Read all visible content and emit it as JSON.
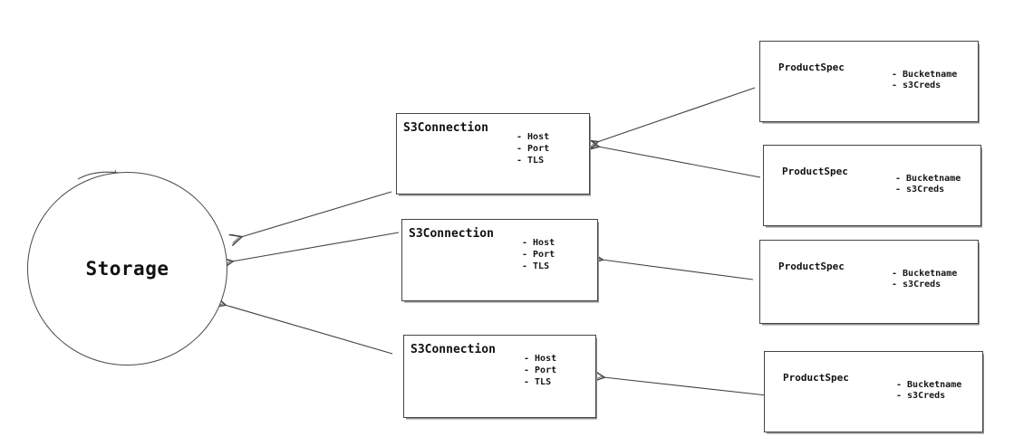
{
  "diagram": {
    "background": "#ffffff",
    "stroke_color": "#454545",
    "text_color": "#111111",
    "storage_node": {
      "label": "Storage"
    },
    "s3_connection_nodes": [
      {
        "title": "S3Connection",
        "attributes": [
          "- Host",
          "- Port",
          "- TLS"
        ]
      },
      {
        "title": "S3Connection",
        "attributes": [
          "- Host",
          "- Port",
          "- TLS"
        ]
      },
      {
        "title": "S3Connection",
        "attributes": [
          "- Host",
          "- Port",
          "- TLS"
        ]
      }
    ],
    "product_spec_nodes": [
      {
        "title": "ProductSpec",
        "attributes": [
          "- Bucketname",
          "- s3Creds"
        ]
      },
      {
        "title": "ProductSpec",
        "attributes": [
          "- Bucketname",
          "- s3Creds"
        ]
      },
      {
        "title": "ProductSpec",
        "attributes": [
          "- Bucketname",
          "- s3Creds"
        ]
      },
      {
        "title": "ProductSpec",
        "attributes": [
          "- Bucketname",
          "- s3Creds"
        ]
      }
    ],
    "edges": [
      {
        "from": "product-spec-1",
        "to": "s3-connection-1"
      },
      {
        "from": "product-spec-2",
        "to": "s3-connection-1"
      },
      {
        "from": "product-spec-3",
        "to": "s3-connection-2"
      },
      {
        "from": "product-spec-4",
        "to": "s3-connection-3"
      },
      {
        "from": "s3-connection-1",
        "to": "storage"
      },
      {
        "from": "s3-connection-2",
        "to": "storage"
      },
      {
        "from": "s3-connection-3",
        "to": "storage"
      }
    ]
  }
}
